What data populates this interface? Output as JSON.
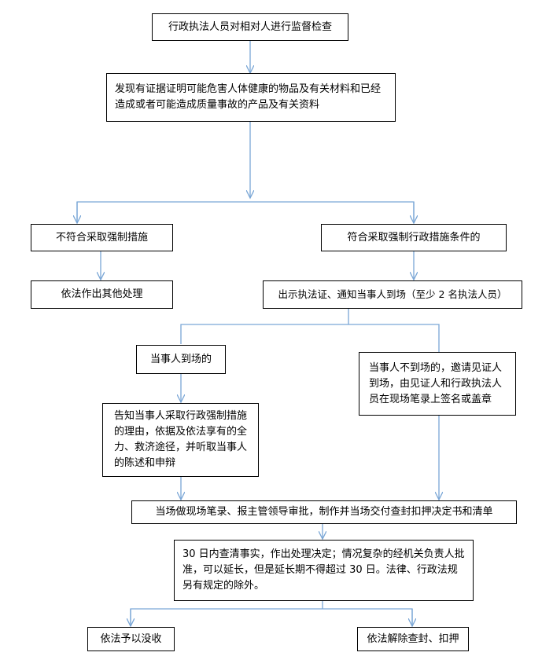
{
  "flowchart": {
    "start": "行政执法人员对相对人进行监督检查",
    "discover": "发现有证据证明可能危害人体健康的物品及有关材料和已经造成或者可能造成质量事故的产品及有关资料",
    "not_meet": "不符合采取强制措施",
    "other_handling": "依法作出其他处理",
    "meet": "符合采取强制行政措施条件的",
    "show_cert": "出示执法证、通知当事人到场（至少 2 名执法人员）",
    "party_present": "当事人到场的",
    "inform": "告知当事人采取行政强制措施的理由，依据及依法享有的全力、救济途径，并听取当事人的陈述和申辩",
    "party_absent": "当事人不到场的，邀请见证人到场，由见证人和行政执法人员在现场笔录上签名或盖章",
    "record": "当场做现场笔录、报主管领导审批，制作并当场交付查封扣押决定书和清单",
    "verify": "30 日内查清事实，作出处理决定；情况复杂的经机关负责人批准，可以延长，但是延长期不得超过 30 日。法律、行政法规另有规定的除外。",
    "confiscate": "依法予以没收",
    "release": "依法解除查封、扣押"
  },
  "colors": {
    "line": "#7aa6d6",
    "border": "#000000"
  }
}
